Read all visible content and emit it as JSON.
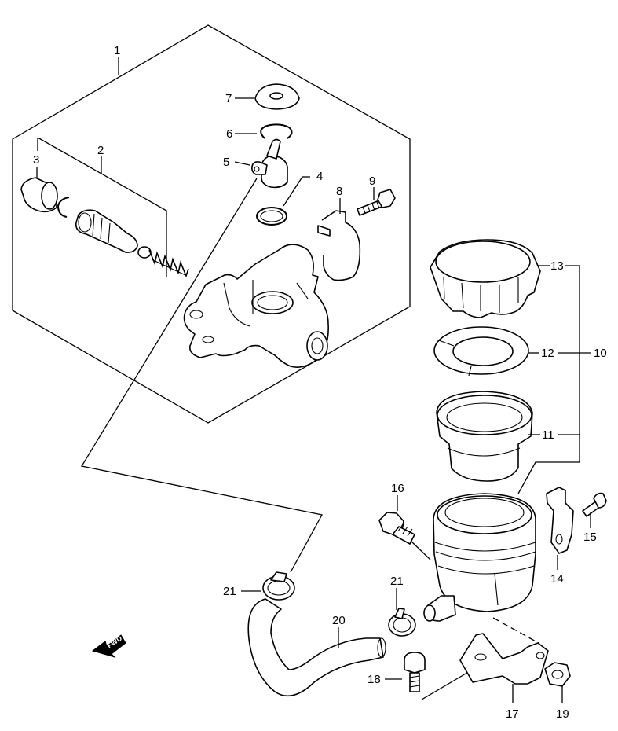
{
  "diagram": {
    "callouts": {
      "p1": "1",
      "p2": "2",
      "p3": "3",
      "p4": "4",
      "p5": "5",
      "p6": "6",
      "p7": "7",
      "p8": "8",
      "p9": "9",
      "p10": "10",
      "p11": "11",
      "p12": "12",
      "p13": "13",
      "p14": "14",
      "p15": "15",
      "p16": "16",
      "p17": "17",
      "p18": "18",
      "p19": "19",
      "p20": "20",
      "p21a": "21",
      "p21b": "21"
    },
    "fwd_label": "FWD"
  }
}
